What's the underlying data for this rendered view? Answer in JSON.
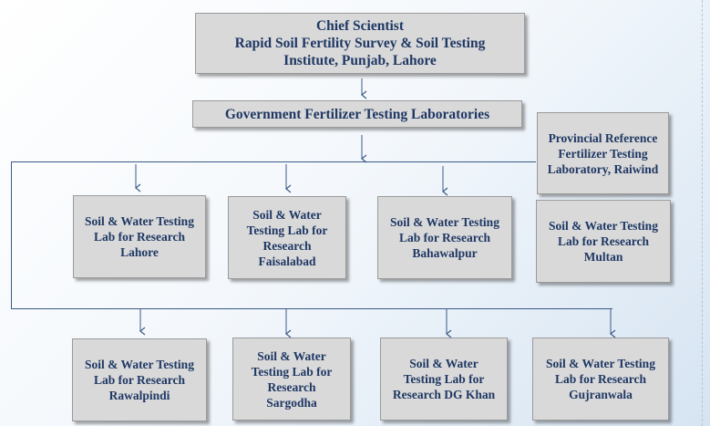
{
  "chief": {
    "line1": "Chief Scientist",
    "line2": "Rapid Soil Fertility Survey & Soil Testing",
    "line3": "Institute, Punjab, Lahore"
  },
  "gftl": {
    "label": "Government Fertilizer Testing Laboratories"
  },
  "reference_lab": {
    "line1": "Provincial Reference",
    "line2": "Fertilizer Testing",
    "line3": "Laboratory, Raiwind"
  },
  "row1": [
    {
      "line1": "Soil & Water Testing",
      "line2": "Lab for Research",
      "line3": "Lahore",
      "line4": ""
    },
    {
      "line1": "Soil & Water",
      "line2": "Testing Lab for",
      "line3": "Research",
      "line4": "Faisalabad"
    },
    {
      "line1": "Soil & Water Testing",
      "line2": "Lab for Research",
      "line3": "Bahawalpur",
      "line4": ""
    },
    {
      "line1": "Soil & Water Testing",
      "line2": "Lab for Research",
      "line3": "Multan",
      "line4": ""
    }
  ],
  "row2": [
    {
      "line1": "Soil & Water Testing",
      "line2": "Lab for Research",
      "line3": "Rawalpindi",
      "line4": ""
    },
    {
      "line1": "Soil & Water",
      "line2": "Testing Lab for",
      "line3": "Research",
      "line4": "Sargodha"
    },
    {
      "line1": "Soil & Water",
      "line2": "Testing Lab for",
      "line3": "Research DG Khan",
      "line4": ""
    },
    {
      "line1": "Soil & Water Testing",
      "line2": "Lab for Research",
      "line3": "Gujranwala",
      "line4": ""
    }
  ],
  "colors": {
    "box_fill": "#d9d9d9",
    "text": "#1f3864",
    "connector": "#3b5a86"
  }
}
